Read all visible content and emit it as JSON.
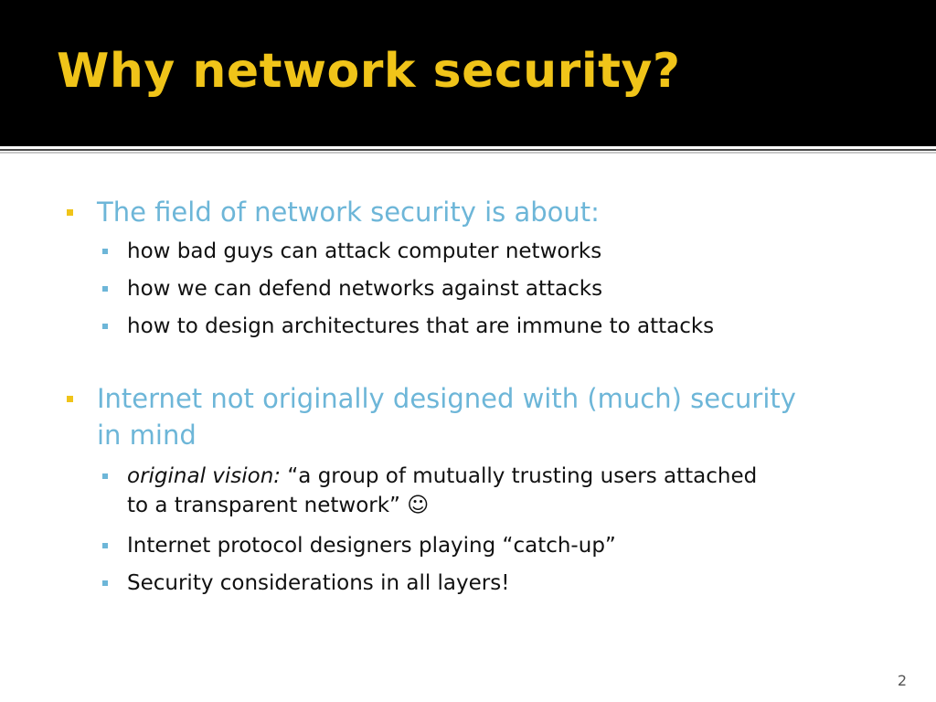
{
  "slide": {
    "title": "Why network security?",
    "page_number": "2",
    "colors": {
      "title_band": "#000000",
      "title_text": "#f0c419",
      "level1_text": "#6db6d8",
      "level1_bullet": "#f0c419",
      "level2_text": "#111111",
      "level2_bullet": "#6db6d8"
    },
    "points": [
      {
        "text": "The field of network security is about:",
        "subpoints": [
          "how bad guys can attack computer networks",
          "how we can defend networks against attacks",
          "how to design architectures that are immune to attacks"
        ]
      },
      {
        "text_line1": "Internet not originally designed with (much) security",
        "text_line2": "in mind",
        "subpoints": [
          {
            "italic_prefix": "original vision:",
            "line1_rest": " “a group of mutually trusting users attached",
            "line2": "to a transparent network” ☺"
          },
          "Internet protocol designers playing “catch-up”",
          "Security considerations in all layers!"
        ]
      }
    ]
  }
}
